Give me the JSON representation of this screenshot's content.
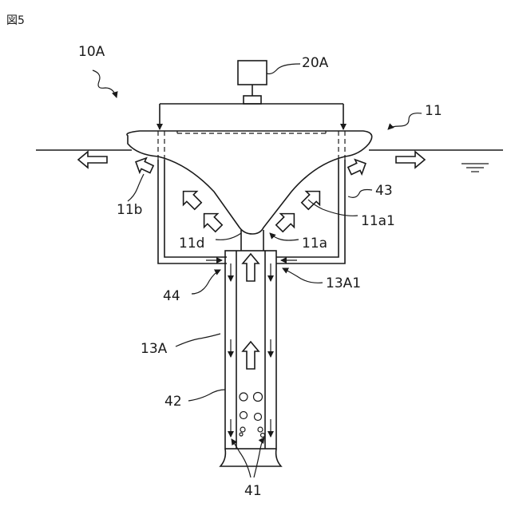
{
  "figure_label": "図5",
  "labels": {
    "device": "10A",
    "controller": "20A",
    "vessel": "11",
    "sloped_inner_wall": "11a1",
    "outlet": "11a",
    "bottom": "11d",
    "upper_lip": "11b",
    "return_pipe": "43",
    "outer_pipe": "44",
    "pipe_assembly": "13A",
    "pipe_bottom_inlet": "13A1",
    "riser_tube": "42",
    "bubbles": "41"
  }
}
